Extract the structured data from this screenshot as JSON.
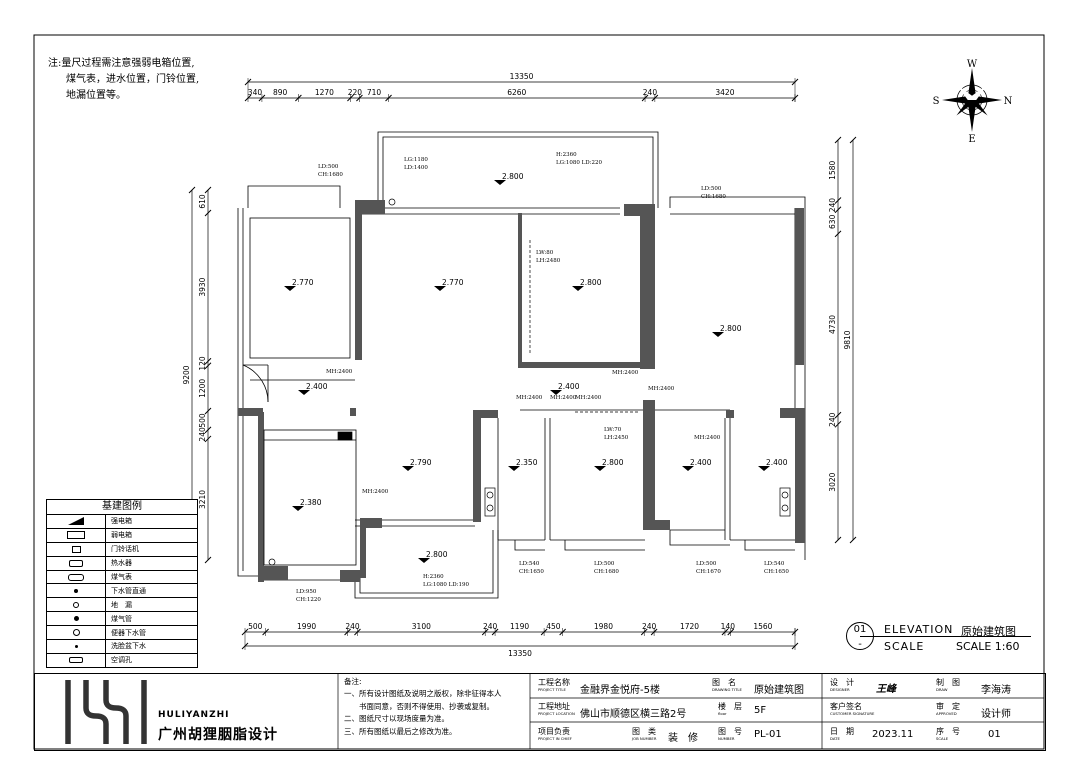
{
  "notes": [
    "注:量尺过程需注意强弱电箱位置,",
    "煤气表，进水位置，门铃位置,",
    "地漏位置等。"
  ],
  "top_dims": {
    "total": "13350",
    "segments": [
      "340",
      "890",
      "1270",
      "220",
      "710",
      "6260",
      "240",
      "3420"
    ]
  },
  "bottom_dims": {
    "total": "13350",
    "segments": [
      "500",
      "1990",
      "240",
      "3100",
      "240",
      "1190",
      "450",
      "1980",
      "240",
      "1720",
      "140",
      "1560"
    ]
  },
  "left_dims": {
    "total": "9200",
    "segments": [
      "610",
      "3930",
      "120",
      "1200",
      "500",
      "240",
      "3210"
    ]
  },
  "right_dims": {
    "total": "9810",
    "segments": [
      "1580",
      "240",
      "630",
      "4730",
      "240",
      "3020"
    ]
  },
  "compass": {
    "n": "N",
    "s": "S",
    "e": "E",
    "w": "W"
  },
  "floor_heights": [
    "2.800",
    "2.770",
    "2.770",
    "2.800",
    "2.800",
    "2.400",
    "2.400",
    "2.790",
    "2.350",
    "2.800",
    "2.400",
    "2.400",
    "2.380",
    "2.800"
  ],
  "beam_labels": [
    "MH:2400",
    "MH:2400",
    "MH:2400",
    "MH:2400",
    "MH:2400",
    "MH:2400",
    "MH:2400",
    "MH:2400"
  ],
  "window_labels": [
    "LD:500",
    "CH:1680",
    "LG:1180",
    "LD:1400",
    "H:2360",
    "LG:1080 LD:220",
    "LD:500",
    "CH:1680",
    "LW:80",
    "LH:2480",
    "LW:70",
    "LH:2450",
    "LD:540",
    "CH:1650",
    "LD:500",
    "CH:1680",
    "LD:500",
    "CH:1670",
    "LD:540",
    "CH:1650",
    "LD:950",
    "CH:1220",
    "H:2360",
    "LG:1080 LD:190"
  ],
  "legend": {
    "title": "基建图例",
    "items": [
      {
        "label": "强电箱",
        "icon": "power-box-icon"
      },
      {
        "label": "弱电箱",
        "icon": "weak-box-icon"
      },
      {
        "label": "门铃话机",
        "icon": "doorbell-icon"
      },
      {
        "label": "热水器",
        "icon": "water-heater-icon"
      },
      {
        "label": "煤气表",
        "icon": "gas-meter-icon"
      },
      {
        "label": "下水管直通",
        "icon": "drain-pipe-icon"
      },
      {
        "label": "地　漏",
        "icon": "floor-drain-icon"
      },
      {
        "label": "煤气管",
        "icon": "gas-pipe-icon"
      },
      {
        "label": "便器下水管",
        "icon": "toilet-drain-icon"
      },
      {
        "label": "洗脸盆下水",
        "icon": "basin-drain-icon"
      },
      {
        "label": "空调孔",
        "icon": "ac-hole-icon"
      }
    ]
  },
  "elevation": {
    "number": "01",
    "dash": "-",
    "title_en": "ELEVATION",
    "title_cn": "原始建筑图",
    "scale_label": "SCALE",
    "scale_value": "SCALE 1:60"
  },
  "title_block": {
    "brand_en": "HULIYANZHI",
    "brand_cn": "广州胡狸胭脂设计",
    "remarks_title": "备注:",
    "remarks": [
      "一、所有设计图纸及说明之版权，除非征得本人",
      "　　书面同意，否则不得使用、抄袭或复制。",
      "二、图纸尺寸以现场度量为准。",
      "三、所有图纸以最后之修改为准。"
    ],
    "project_name_label": "工程名称",
    "project_name_sub": "PROJECT TITLE",
    "project_name": "金融界金悦府-5楼",
    "drawing_name_label": "图　名",
    "drawing_name_sub": "DRAWING TITLE",
    "drawing_name": "原始建筑图",
    "design_label": "设　计",
    "design_sub": "DESIGNER",
    "designer": "王峰",
    "draw_label": "制　图",
    "draw_sub": "DRAW",
    "drawer": "李海涛",
    "location_label": "工程地址",
    "location_sub": "PROJECT LOCATION",
    "location": "佛山市顺德区横三路2号",
    "floor_label": "楼　层",
    "floor_sub": "floor",
    "floor": "5F",
    "customer_label": "客户签名",
    "customer_sub": "CUSTOMER SIGNATURE",
    "approve_label": "审　定",
    "approve_sub": "APPROVED",
    "approver": "设计师",
    "leader_label": "项目负责",
    "leader_sub": "PROJECT IN CHIEF",
    "category_label": "图　类",
    "category_sub": "JOB NUMBER",
    "category": "装　修",
    "number_label": "图　号",
    "number_sub": "NUMBER",
    "number": "PL-01",
    "date_label": "日　期",
    "date_sub": "DATE",
    "date": "2023.11",
    "seq_label": "序　号",
    "seq_sub": "SCALE",
    "seq": "01"
  }
}
